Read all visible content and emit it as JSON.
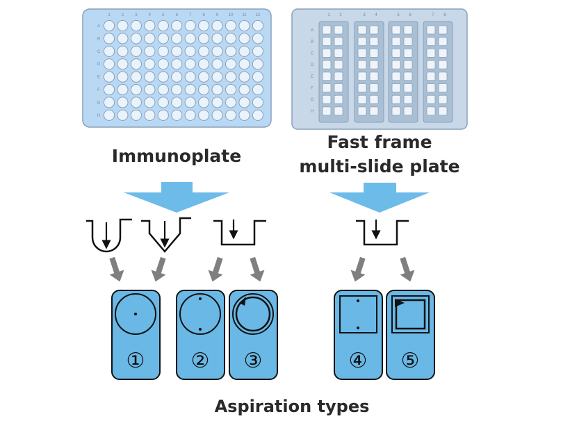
{
  "immunoplate": {
    "label": "Immunoplate",
    "columns": [
      "1",
      "2",
      "3",
      "4",
      "5",
      "6",
      "7",
      "8",
      "9",
      "10",
      "11",
      "12"
    ],
    "rows": [
      "A",
      "B",
      "C",
      "D",
      "E",
      "F",
      "G",
      "H"
    ]
  },
  "fastframe": {
    "label_line1": "Fast frame",
    "label_line2": "multi-slide plate",
    "columns": [
      "1",
      "2",
      "3",
      "4",
      "5",
      "6",
      "7",
      "8"
    ],
    "rows": [
      "A",
      "B",
      "C",
      "D",
      "E",
      "F",
      "G",
      "H"
    ]
  },
  "types": [
    {
      "number": "①",
      "shape": "circle",
      "pattern": "center-point"
    },
    {
      "number": "②",
      "shape": "circle",
      "pattern": "two-points"
    },
    {
      "number": "③",
      "shape": "circle",
      "pattern": "circular-sweep"
    },
    {
      "number": "④",
      "shape": "square",
      "pattern": "two-points"
    },
    {
      "number": "⑤",
      "shape": "square",
      "pattern": "square-sweep"
    }
  ],
  "well_profiles": [
    "round-bottom",
    "v-bottom",
    "flat-bottom",
    "flat-bottom"
  ],
  "caption": "Aspiration types",
  "colors": {
    "plate_fill": "#b9d8f4",
    "plate_stroke": "#8a9fb8",
    "slide_plate_fill": "#c8d8e8",
    "card_fill": "#69b8e6",
    "arrow_blue": "#6dbbe8",
    "arrow_gray": "#7f7f7f"
  }
}
